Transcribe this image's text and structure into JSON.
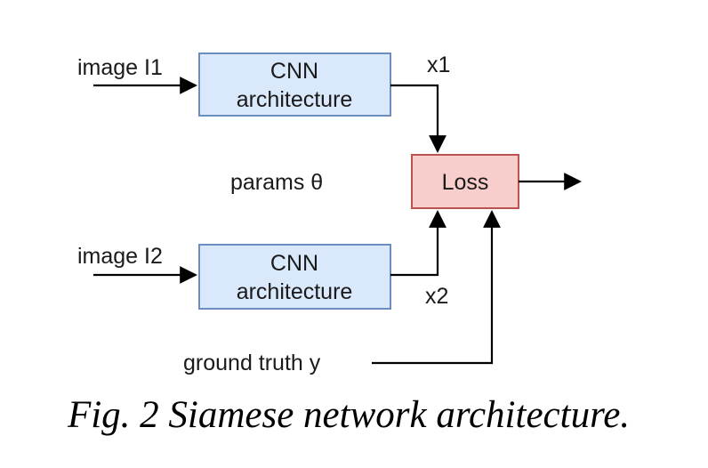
{
  "diagram": {
    "inputs": {
      "image1": "image I1",
      "image2": "image I2",
      "ground_truth": "ground truth y"
    },
    "cnn_box": {
      "line1": "CNN",
      "line2": "architecture",
      "fill": "#dae8fc",
      "stroke": "#6c8ebf"
    },
    "loss_box": {
      "label": "Loss",
      "fill": "#f8cecc",
      "stroke": "#b85450"
    },
    "params_label": "params θ",
    "outputs": {
      "x1": "x1",
      "x2": "x2"
    }
  },
  "caption": "Fig. 2 Siamese network architecture."
}
